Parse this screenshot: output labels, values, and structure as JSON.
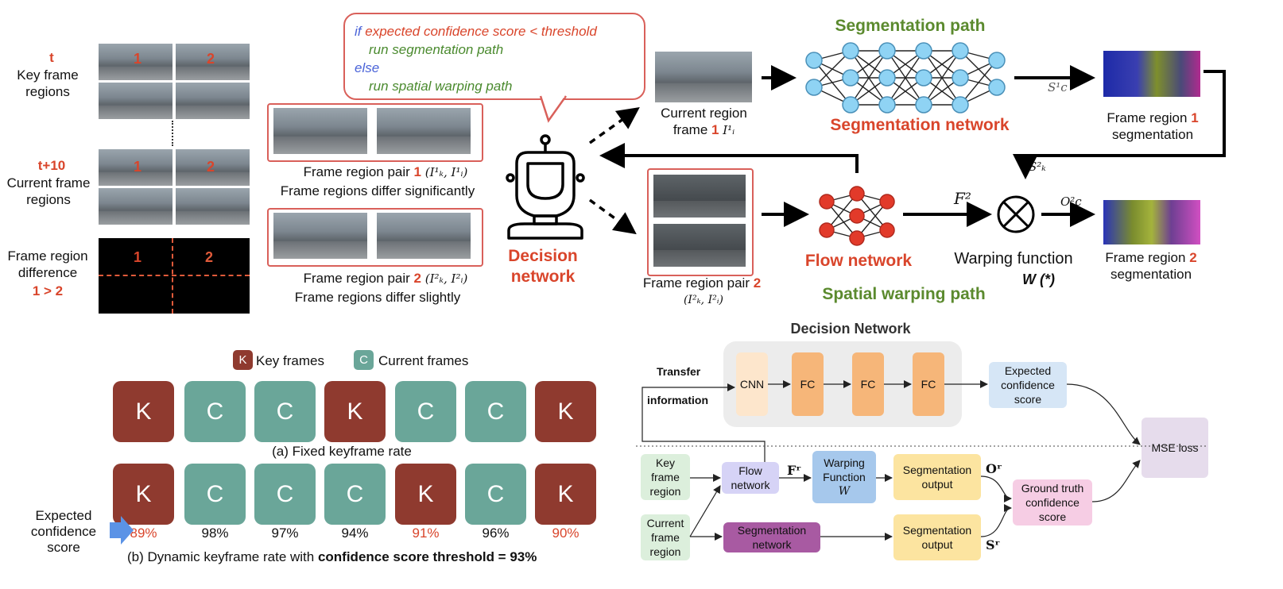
{
  "left_panel": {
    "t_label": "t",
    "key_frame_regions": "Key frame regions",
    "t10_label": "t+10",
    "current_frame_regions": "Current frame regions",
    "frame_region_difference": "Frame region difference",
    "diff_relation": "1 > 2",
    "region_1": "1",
    "region_2": "2"
  },
  "pairs": {
    "pair1_prefix": "Frame region pair",
    "pair1_num": "1",
    "pair1_math": "(I¹ₖ, I¹ᵢ)",
    "pair1_desc": "Frame regions differ significantly",
    "pair2_prefix": "Frame region pair",
    "pair2_num": "2",
    "pair2_math": "(I²ₖ, I²ᵢ)",
    "pair2_desc": "Frame regions differ slightly"
  },
  "bubble": {
    "if_kw": "if",
    "condition": "expected confidence score < threshold",
    "then_action": "run segmentation path",
    "else_kw": "else",
    "else_action": "run spatial warping path"
  },
  "decision": {
    "label_line1": "Decision",
    "label_line2": "network"
  },
  "top_pipeline": {
    "segmentation_path": "Segmentation path",
    "current_region_frame_line1": "Current region",
    "current_region_frame_line2": "frame",
    "current_num": "1",
    "current_math": "I¹ᵢ",
    "segmentation_network": "Segmentation network",
    "s_c1": "S¹c",
    "frame_region_1_line1": "Frame region",
    "frame_region_1_num": "1",
    "frame_region_1_line2": "segmentation",
    "s_k2": "S²ₖ",
    "f2": "F²",
    "o_c2": "O²c",
    "flow_network": "Flow network",
    "warping_function": "Warping function",
    "warping_symbol": "W (*)",
    "frame_region_2_line1": "Frame region",
    "frame_region_2_num": "2",
    "frame_region_2_line2": "segmentation",
    "pair2_caption": "Frame region pair",
    "pair2_caption_num": "2",
    "pair2_caption_math": "(I²ₖ, I²ᵢ)",
    "spatial_warping_path": "Spatial warping path"
  },
  "keyframes": {
    "legend_k_letter": "K",
    "legend_k": "Key frames",
    "legend_c_letter": "C",
    "legend_c": "Current frames",
    "row_a": [
      "K",
      "C",
      "C",
      "K",
      "C",
      "C",
      "K"
    ],
    "caption_a": "(a) Fixed keyframe rate",
    "row_b": [
      "K",
      "C",
      "C",
      "C",
      "K",
      "C",
      "K"
    ],
    "expected_line1": "Expected",
    "expected_line2": "confidence",
    "expected_line3": "score",
    "percents": [
      "89%",
      "98%",
      "97%",
      "94%",
      "91%",
      "96%",
      "90%"
    ],
    "caption_b_prefix": "(b) Dynamic keyframe rate with ",
    "caption_b_bold": "confidence score threshold = 93%",
    "colors": {
      "key": "#8f3a2f",
      "current": "#6aa699",
      "highlight": "#d9452b"
    }
  },
  "decision_arch": {
    "title": "Decision Network",
    "transfer": "Transfer",
    "information": "information",
    "cnn": "CNN",
    "fc": "FC",
    "expected_conf": "Expected confidence score",
    "mse": "MSE loss",
    "key_frame_region": "Key frame region",
    "current_frame_region": "Current frame region",
    "flow_network": "Flow network",
    "fr": "Fʳ",
    "warping_function": "Warping Function",
    "w_symbol": "W",
    "seg_output_1": "Segmentation output",
    "or": "Oʳ",
    "ground_truth": "Ground truth confidence score",
    "segmentation_network": "Segmentation network",
    "seg_output_2": "Segmentation output",
    "sr": "Sʳ"
  }
}
